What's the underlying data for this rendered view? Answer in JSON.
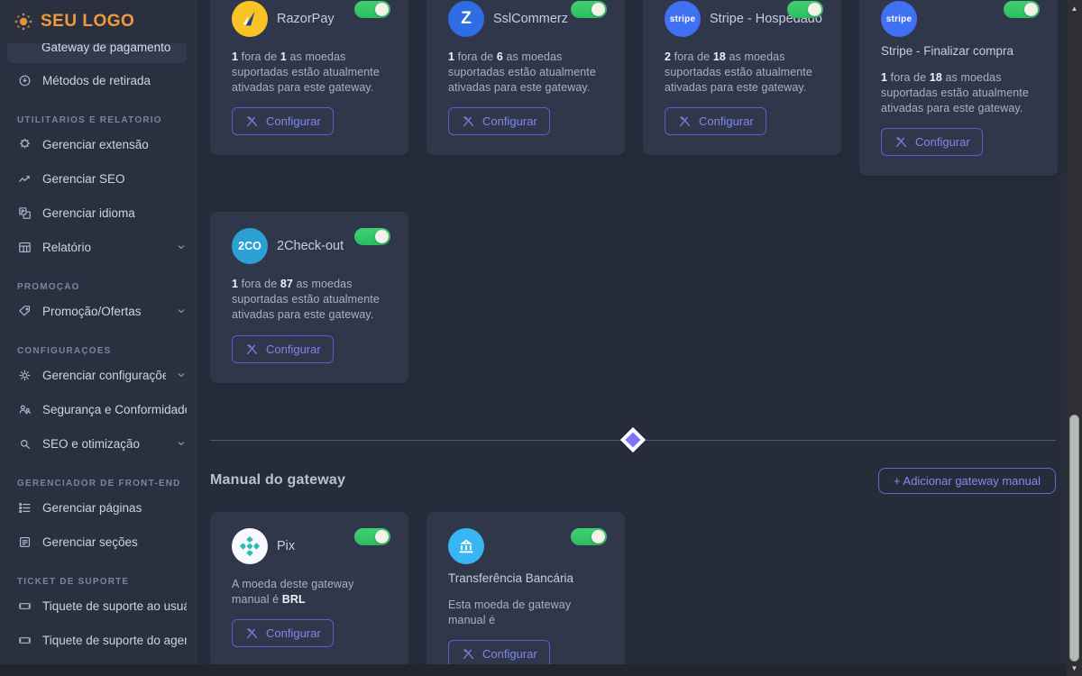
{
  "app": {
    "logo_text": "SEU LOGO"
  },
  "sidebar": {
    "active_item": "Gateway de pagamento",
    "top_items": [
      "Métodos de retirada"
    ],
    "groups": [
      {
        "title": "Utilitários e relatório",
        "items": [
          "Gerenciar extensão",
          "Gerenciar SEO",
          "Gerenciar idioma",
          "Relatório"
        ]
      },
      {
        "title": "Promoção",
        "items": [
          "Promoção/Ofertas"
        ]
      },
      {
        "title": "Configurações",
        "items": [
          "Gerenciar configurações",
          "Segurança e Conformidade",
          "SEO e otimização"
        ]
      },
      {
        "title": "Gerenciador de front-end",
        "items": [
          "Gerenciar páginas",
          "Gerenciar seções"
        ]
      },
      {
        "title": "Ticket de suporte",
        "items": [
          "Tiquete de suporte ao usuário",
          "Tiquete de suporte do agente"
        ]
      }
    ]
  },
  "labels": {
    "configure": "Configurar",
    "manual_heading": "Manual do gateway",
    "add_manual": "+ Adicionar gateway manual"
  },
  "icon_text": {
    "sslcommerz": "Z",
    "stripe": "stripe",
    "twoco": "2CO"
  },
  "online_gateways": [
    {
      "name": "RazorPay",
      "enabled": true,
      "desc": {
        "n1": "1",
        "mid": " fora de ",
        "n2": "1",
        "tail": " as moedas suportadas estão atualmente ativadas para este gateway."
      }
    },
    {
      "name": "SslCommerz",
      "enabled": true,
      "desc": {
        "n1": "1",
        "mid": " fora de ",
        "n2": "6",
        "tail": " as moedas suportadas estão atualmente ativadas para este gateway."
      }
    },
    {
      "name": "Stripe - Hospedado",
      "enabled": true,
      "desc": {
        "n1": "2",
        "mid": " fora de ",
        "n2": "18",
        "tail": " as moedas suportadas estão atualmente ativadas para este gateway."
      }
    },
    {
      "name": "Stripe - Finalizar compra",
      "enabled": true,
      "desc": {
        "n1": "1",
        "mid": " fora de ",
        "n2": "18",
        "tail": " as moedas suportadas estão atualmente ativadas para este gateway."
      }
    },
    {
      "name": "2Check-out",
      "enabled": true,
      "desc": {
        "n1": "1",
        "mid": " fora de ",
        "n2": "87",
        "tail": " as moedas suportadas estão atualmente ativadas para este gateway."
      }
    }
  ],
  "manual_gateways": [
    {
      "name": "Pix",
      "enabled": true,
      "desc_text": "A moeda deste gateway manual é ",
      "desc_bold": "BRL"
    },
    {
      "name": "Transferência Bancária",
      "enabled": true,
      "desc_text": "Esta moeda de gateway manual é",
      "desc_bold": ""
    }
  ],
  "colors": {
    "logo_orange": "#f09a3a",
    "toggle_green": "#35ca63",
    "accent_purple": "#8172f8",
    "button_purple": "#7d86ea",
    "razorpay_gold": "#f7c325",
    "sslcommerz_blue": "#2e6de4",
    "stripe_blue": "#4170f4",
    "twocheckout_blue": "#2ba0d4",
    "pix_teal": "#2abfb0",
    "bank_blue": "#38b6f3",
    "sidebar_bg": "#2a3040",
    "main_bg": "#272c3a",
    "card_bg": "#31374a"
  }
}
